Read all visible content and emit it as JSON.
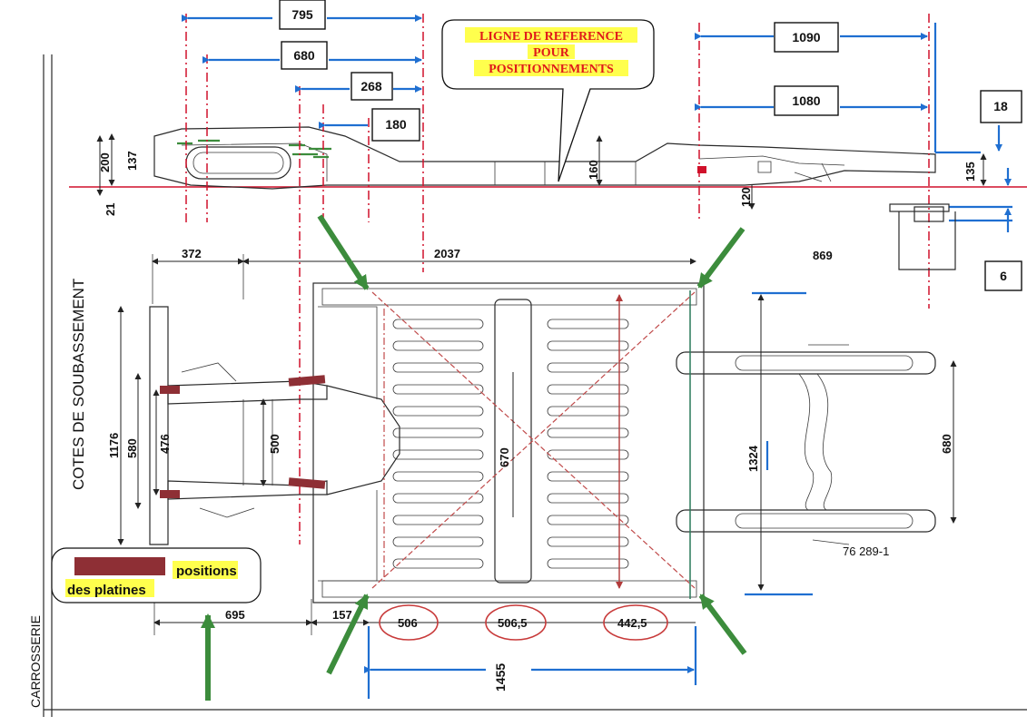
{
  "colors": {
    "reference_red": "#d0112b",
    "dimension_blue": "#1f6fd1",
    "arrow_green": "#3c8c3c",
    "plate_maroon": "#8e2f35",
    "highlight_yellow": "#ffff4d",
    "callout_text_red": "#e01a1a"
  },
  "callout": {
    "line1": "LIGNE DE REFERENCE",
    "line2": "POUR",
    "line3": "POSITIONNEMENTS"
  },
  "side_labels": {
    "cotes": "COTES DE SOUBASSEMENT",
    "carrosserie": "CARROSSERIE"
  },
  "legend": {
    "line1": "positions",
    "line2": "des platines"
  },
  "reference_number": "76 289-1",
  "dimension_boxes": {
    "d795": "795",
    "d680": "680",
    "d268": "268",
    "d180": "180",
    "d1090": "1090",
    "d1080": "1080",
    "d18": "18",
    "d6": "6",
    "d1455": "1455"
  },
  "side_view_dims": {
    "d200": "200",
    "d137": "137",
    "d21": "21",
    "d160": "160",
    "d120": "120",
    "d135": "135"
  },
  "plan_view_dims": {
    "d372": "372",
    "d2037": "2037",
    "d869": "869",
    "d1176": "1176",
    "d580": "580",
    "d476": "476",
    "d500": "500",
    "d670": "670",
    "d1324": "1324",
    "d680": "680",
    "d695": "695",
    "d157": "157",
    "d506": "506",
    "d506_5": "506,5",
    "d442_5": "442,5"
  }
}
